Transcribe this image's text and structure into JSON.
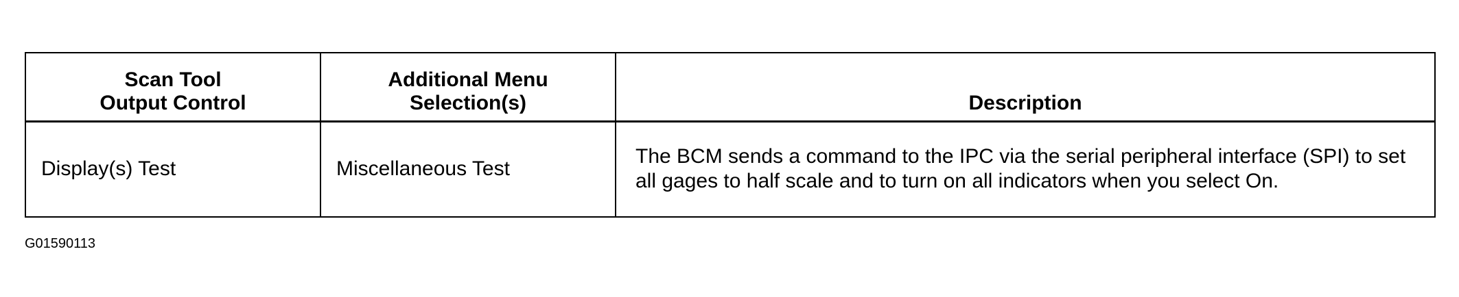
{
  "table": {
    "headers": [
      {
        "lines": [
          "Scan Tool",
          "Output Control"
        ]
      },
      {
        "lines": [
          "Additional Menu",
          "Selection(s)"
        ]
      },
      {
        "lines": [
          "Description"
        ]
      }
    ],
    "rows": [
      {
        "output_control": "Display(s) Test",
        "menu_selection": "Miscellaneous Test",
        "description": "The BCM sends a command to the IPC via the serial peripheral interface (SPI) to set all gages to half scale and to turn on all indicators when you select On."
      }
    ]
  },
  "figure_id": "G01590113"
}
